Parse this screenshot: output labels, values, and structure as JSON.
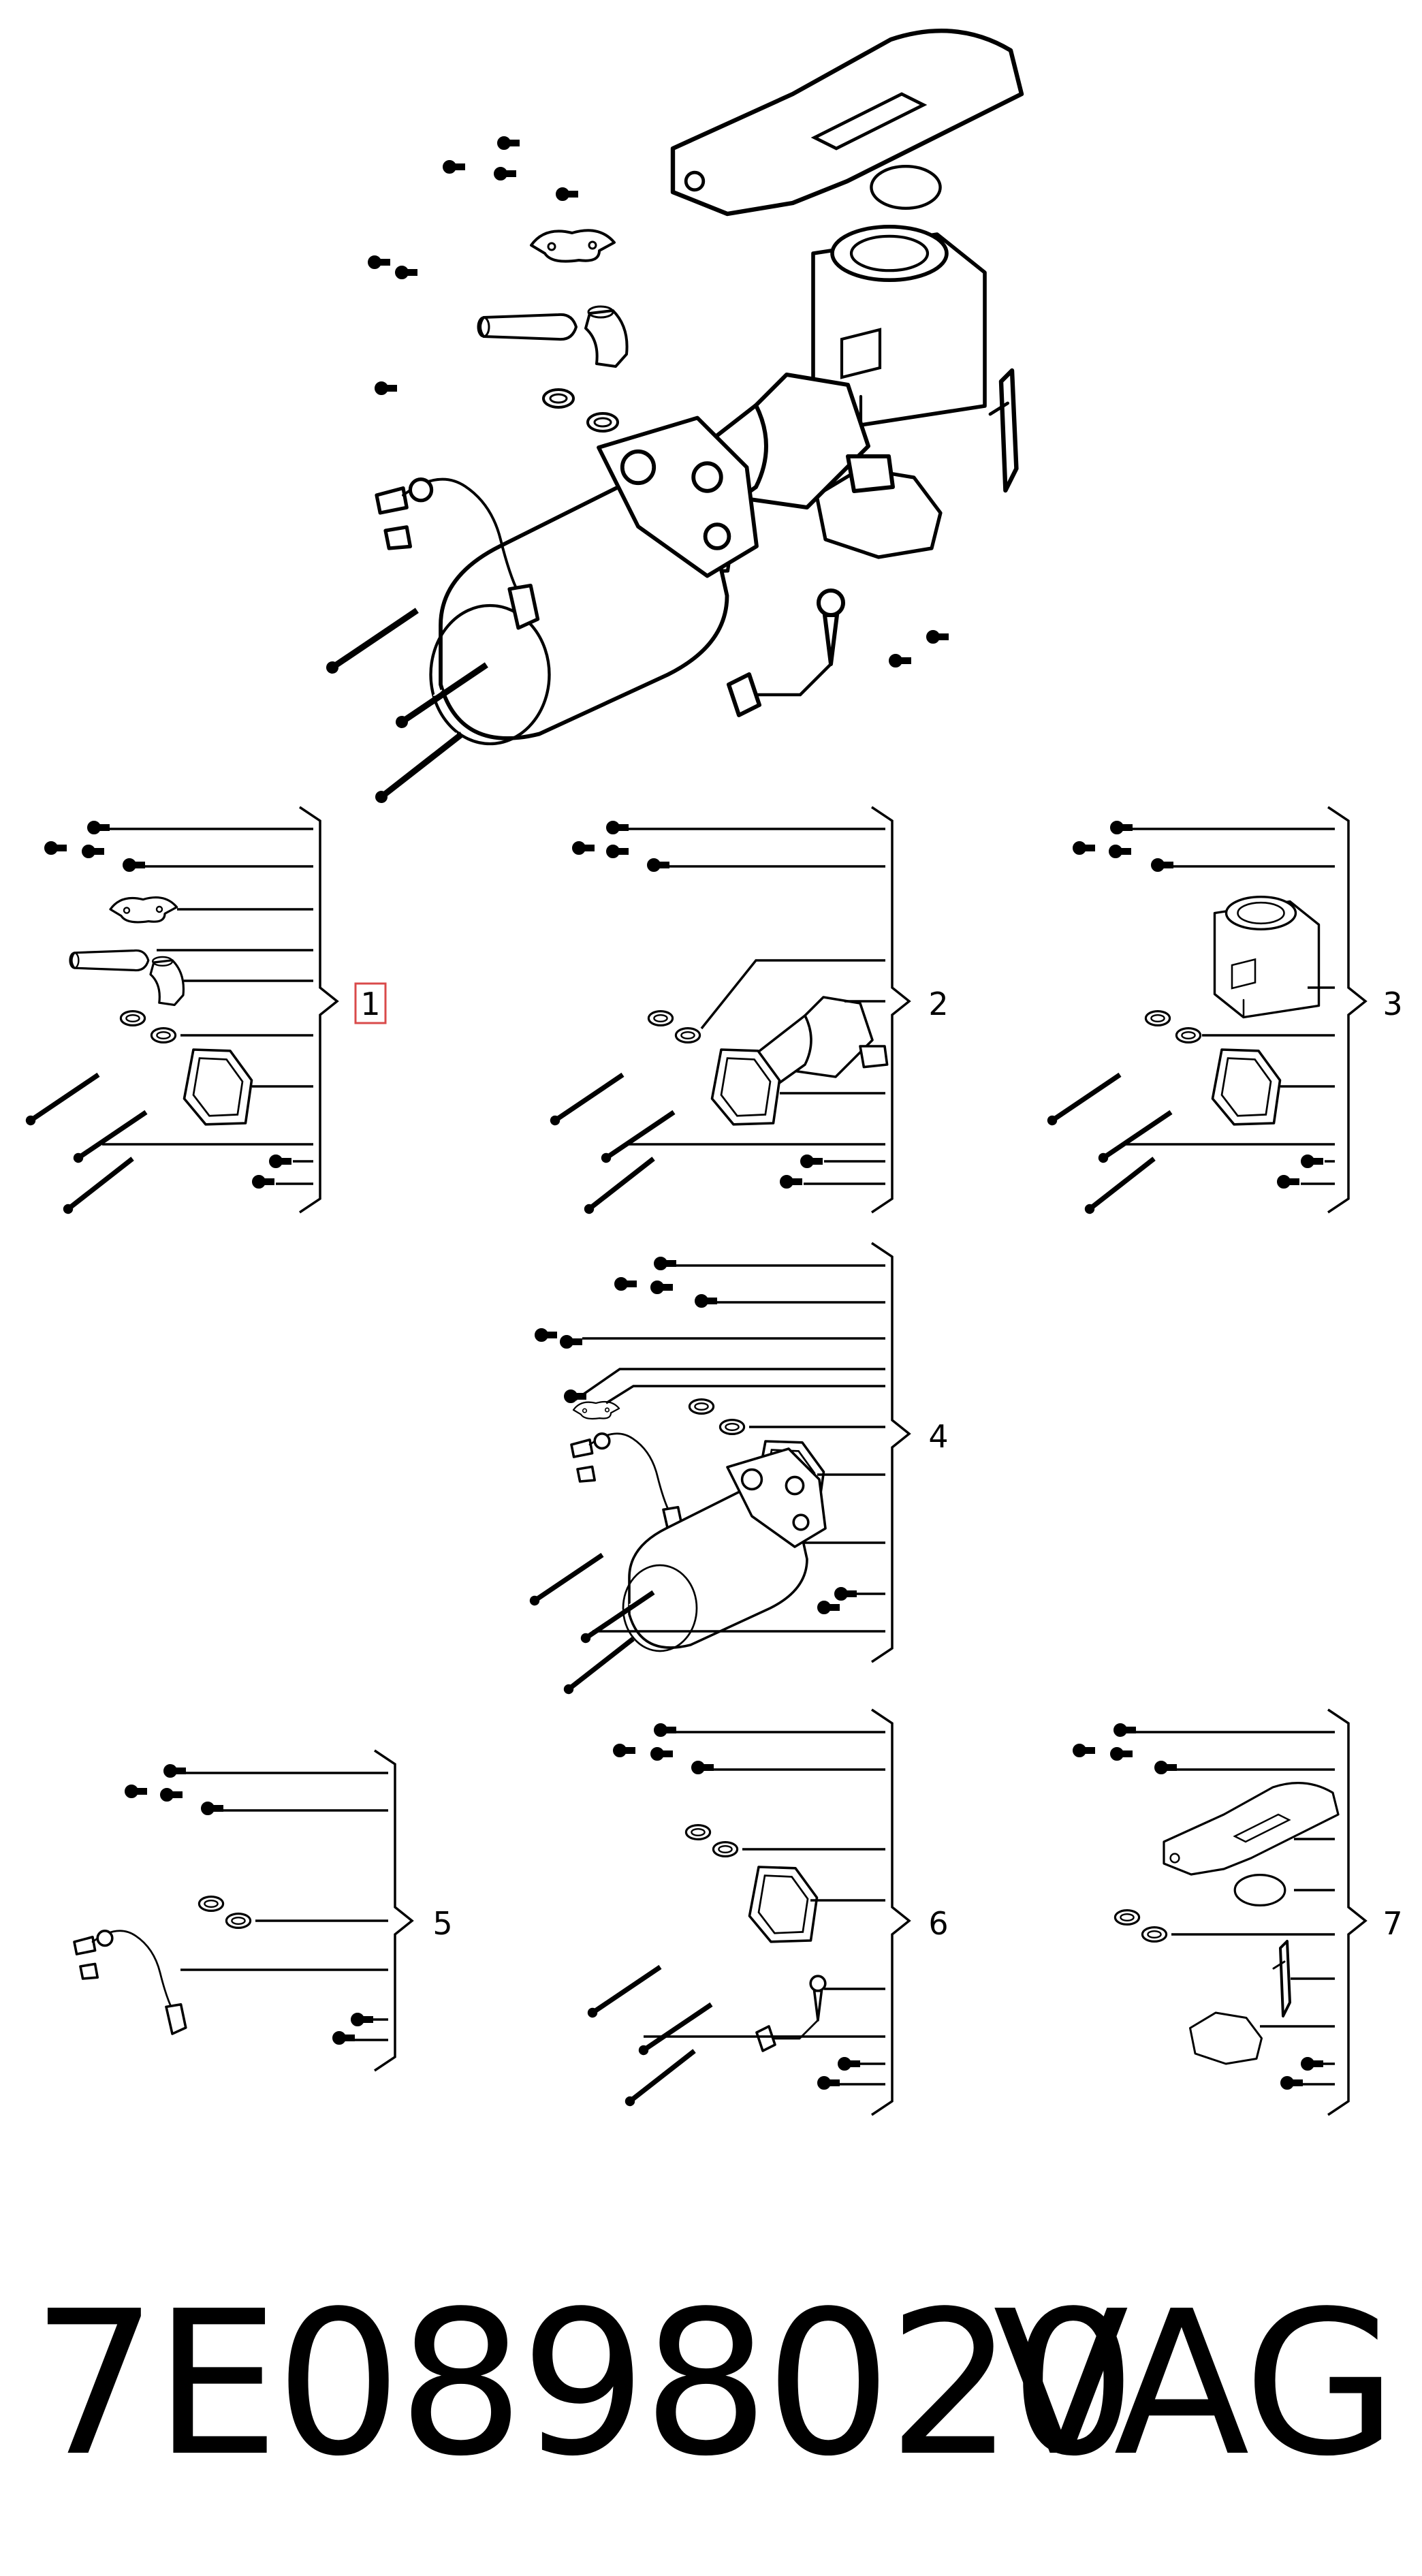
{
  "groups": [
    {
      "id": "1",
      "label": "1",
      "highlighted": true
    },
    {
      "id": "2",
      "label": "2",
      "highlighted": false
    },
    {
      "id": "3",
      "label": "3",
      "highlighted": false
    },
    {
      "id": "4",
      "label": "4",
      "highlighted": false
    },
    {
      "id": "5",
      "label": "5",
      "highlighted": false
    },
    {
      "id": "6",
      "label": "6",
      "highlighted": false
    },
    {
      "id": "7",
      "label": "7",
      "highlighted": false
    }
  ],
  "footer": {
    "part_number": "7E0898020",
    "brand": "VAG"
  },
  "colors": {
    "ink": "#000000",
    "background": "#ffffff",
    "highlight_box": "#d94a4a"
  }
}
